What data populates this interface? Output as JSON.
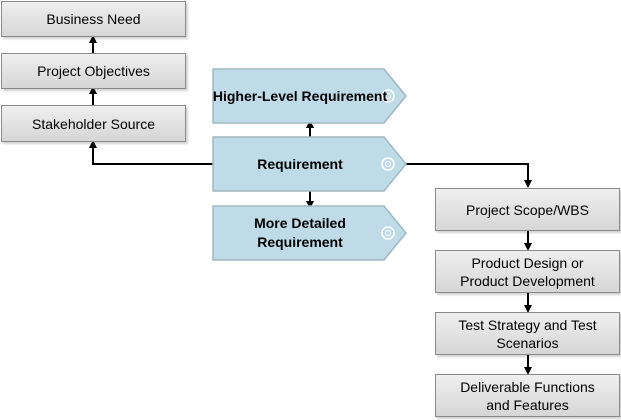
{
  "colors": {
    "box_fill_top": "#efefef",
    "box_fill_bottom": "#d6d6d6",
    "box_border": "#8a8a8a",
    "tag_fill": "#bfdbe7",
    "tag_border": "#9fb7c2",
    "connector": "#000000"
  },
  "left_column": {
    "business_need": "Business Need",
    "project_objectives": "Project Objectives",
    "stakeholder_source": "Stakeholder Source"
  },
  "center_tags": {
    "higher_level": "Higher-Level Requirement",
    "requirement": "Requirement",
    "more_detailed": "More Detailed Requirement"
  },
  "right_column": {
    "scope_wbs": "Project Scope/WBS",
    "product_design": "Product Design or Product Development",
    "test_strategy": "Test Strategy and Test Scenarios",
    "deliverables": "Deliverable Functions and Features"
  }
}
